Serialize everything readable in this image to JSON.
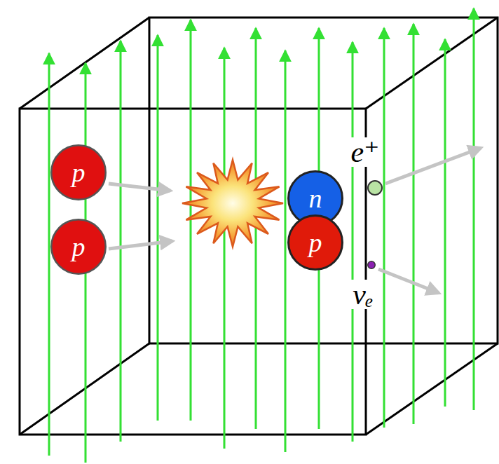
{
  "diagram": {
    "nodes": [
      {
        "text": [
          "p"
        ]
      },
      {
        "text": [
          "p"
        ]
      },
      {
        "text": [
          "n"
        ]
      },
      {
        "text": [
          "p"
        ]
      },
      {
        "text": [
          "e⁺"
        ]
      },
      {
        "text": [
          "νₑ"
        ]
      }
    ]
  }
}
